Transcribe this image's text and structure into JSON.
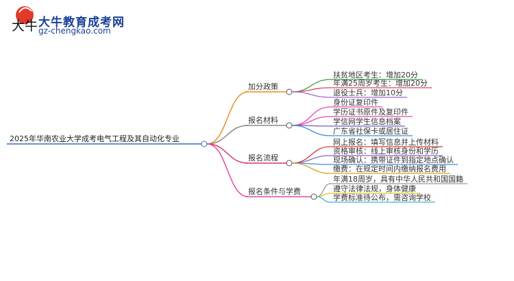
{
  "header": {
    "site_title": "大牛教育成考网",
    "site_url": "gz-chengkao.com",
    "logo_text": "大牛"
  },
  "mindmap": {
    "root": "2025年华南农业大学成考电气工程及其自动化专业",
    "branches": [
      {
        "label": "加分政策",
        "color": "#f08c1e",
        "children": [
          {
            "label": "扶贫地区考生：增加20分",
            "color": "#3a9a3a"
          },
          {
            "label": "年满25周岁考生：增加20分",
            "color": "#e0455a"
          },
          {
            "label": "退役士兵：增加10分",
            "color": "#a565d6"
          }
        ]
      },
      {
        "label": "报名材料",
        "color": "#888888",
        "children": [
          {
            "label": "身份证复印件",
            "color": "#e24aa8"
          },
          {
            "label": "学历证书原件及复印件",
            "color": "#e24aa8"
          },
          {
            "label": "学信网学生信息档案",
            "color": "#7b58c9"
          },
          {
            "label": "广东省社保卡或居住证",
            "color": "#3a8cd8"
          }
        ]
      },
      {
        "label": "报名流程",
        "color": "#d9366a",
        "children": [
          {
            "label": "网上报名：填写信息并上传材料",
            "color": "#d93a3a"
          },
          {
            "label": "资格审核：线上审核身份和学历",
            "color": "#8a63d2"
          },
          {
            "label": "现场确认：携带证件到指定地点确认",
            "color": "#3b8fd8"
          },
          {
            "label": "缴费：在规定时间内缴纳报名费用",
            "color": "#d9a21e"
          }
        ]
      },
      {
        "label": "报名条件与学费",
        "color": "#e24aa8",
        "children": [
          {
            "label": "年满18周岁，具有中华人民共和国国籍",
            "color": "#999999"
          },
          {
            "label": "遵守法律法规，身体健康",
            "color": "#d9c21e"
          },
          {
            "label": "学费标准待公布，需咨询学校",
            "color": "#3bb8c9"
          }
        ]
      }
    ]
  }
}
